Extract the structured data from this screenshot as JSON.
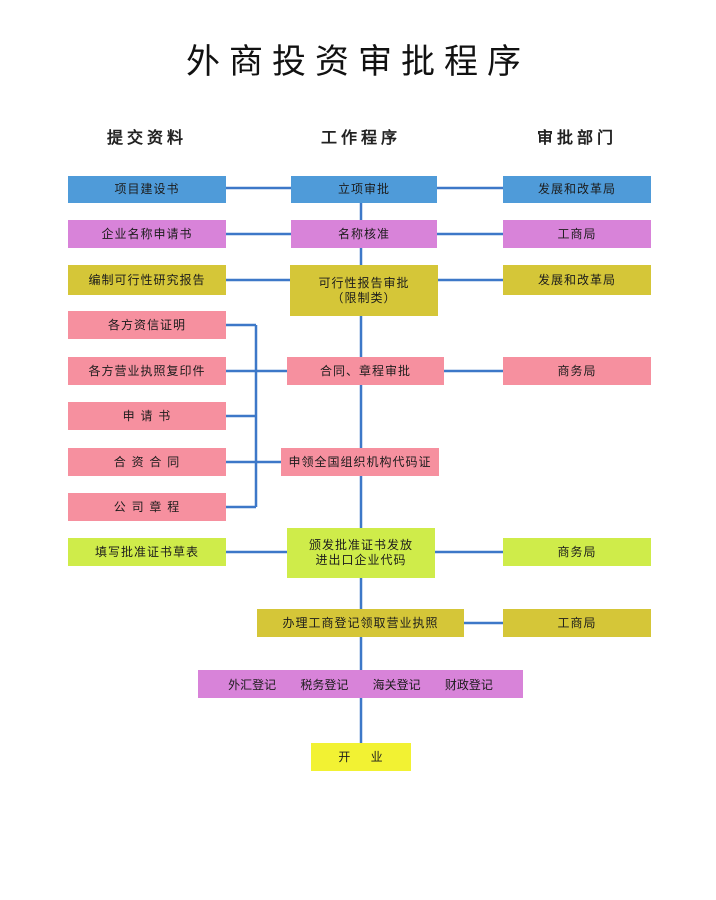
{
  "title": "外商投资审批程序",
  "columns": {
    "submit": "提交资料",
    "procedure": "工作程序",
    "approval": "审批部门"
  },
  "submit_docs": {
    "project_proposal": "项目建设书",
    "name_application": "企业名称申请书",
    "feasibility_report": "编制可行性研究报告",
    "credit_proof": "各方资信证明",
    "license_copy": "各方营业执照复印件",
    "application": "申 请 书",
    "jv_contract": "合 资 合 同",
    "articles": "公 司 章 程",
    "approval_form": "填写批准证书草表"
  },
  "procedure": {
    "project_approval": "立项审批",
    "name_check": "名称核准",
    "feasibility_approval": "可行性报告审批\n（限制类）",
    "contract_approval": "合同、章程审批",
    "org_code": "申领全国组织机构代码证",
    "certificate": "颁发批准证书发放\n进出口企业代码",
    "business_license": "办理工商登记领取营业执照",
    "registrations": [
      "外汇登记",
      "税务登记",
      "海关登记",
      "财政登记"
    ],
    "open": "开    业"
  },
  "departments": {
    "ndrc_1": "发展和改革局",
    "aic_1": "工商局",
    "ndrc_2": "发展和改革局",
    "commerce_1": "商务局",
    "commerce_2": "商务局",
    "aic_2": "工商局"
  },
  "colors": {
    "blue": "#4f9bd9",
    "purple": "#d883d9",
    "olive": "#d5c638",
    "pink": "#f6909f",
    "lime": "#cfec4a",
    "yellow": "#f2f233",
    "connector": "#3d78c8"
  }
}
